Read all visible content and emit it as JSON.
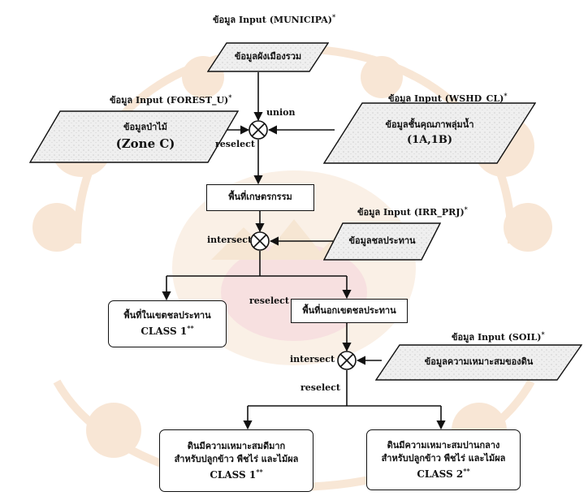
{
  "colors": {
    "line": "#111111",
    "para_fill": "#ececec",
    "watermark_orange": "#f3d3b4",
    "watermark_red": "#f1c7c7"
  },
  "inputs": {
    "municipa": {
      "title": "ข้อมูล Input (MUNICIPA)",
      "mark": "*",
      "body": "ข้อมูลผังเมืองรวม"
    },
    "forest": {
      "title": "ข้อมูล Input (FOREST_U)",
      "mark": "*",
      "body_line1": "ข้อมูลป่าไม้",
      "body_line2": "(Zone C)"
    },
    "wshd": {
      "title": "ข้อมูล Input (WSHD_CL)",
      "mark": "*",
      "body_line1": "ข้อมูลชั้นคุณภาพลุ่มน้ำ",
      "body_line2": "(1A,1B)"
    },
    "irr": {
      "title": "ข้อมูล Input (IRR_PRJ)",
      "mark": "*",
      "body": "ข้อมูลชลประทาน"
    },
    "soil": {
      "title": "ข้อมูล Input (SOIL)",
      "mark": "*",
      "body": "ข้อมูลความเหมาะสมของดิน"
    }
  },
  "operations": {
    "union": "union",
    "reselect_1": "reselect",
    "intersect_1": "intersect",
    "reselect_2": "reselect",
    "intersect_2": "intersect",
    "reselect_3": "reselect"
  },
  "boxes": {
    "agri": "พื้นที่เกษตรกรรม",
    "in_irr": {
      "line1": "พื้นที่ในเขตชลประทาน",
      "cls": "CLASS 1",
      "mark": "**"
    },
    "out_irr": "พื้นที่นอกเขตชลประทาน",
    "high": {
      "line1": "ดินมีความเหมาะสมดีมาก",
      "line2": "สำหรับปลูกข้าว พืชไร่ และไม้ผล",
      "cls": "CLASS 1",
      "mark": "**"
    },
    "mid": {
      "line1": "ดินมีความเหมาะสมปานกลาง",
      "line2": "สำหรับปลูกข้าว พืชไร่ และไม้ผล",
      "cls": "CLASS 2",
      "mark": "**"
    }
  }
}
